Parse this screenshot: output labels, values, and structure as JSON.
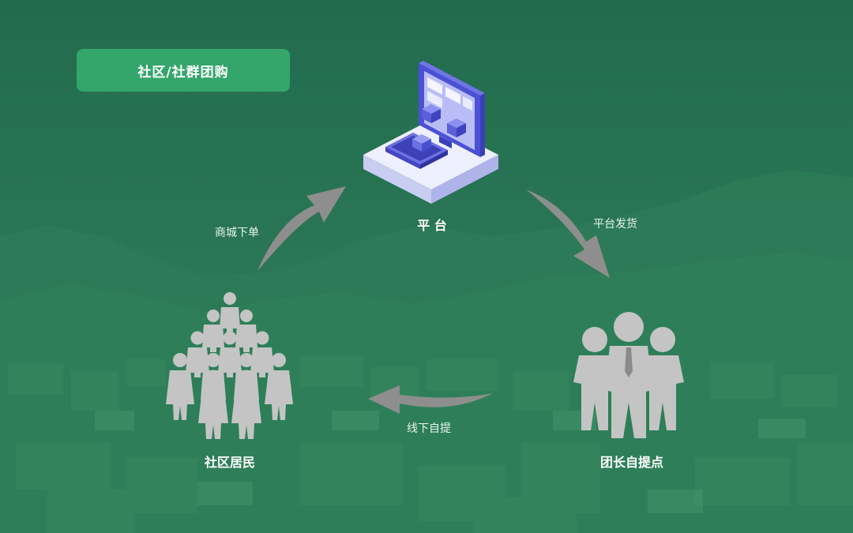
{
  "title": "社区/社群团购",
  "nodes": {
    "platform": {
      "label": "平  台"
    },
    "residents": {
      "label": "社区居民"
    },
    "pickup": {
      "label": "团长自提点"
    }
  },
  "flows": {
    "order": "商城下单",
    "ship": "平台发货",
    "pickup": "线下自提"
  },
  "colors": {
    "background": "#24704f",
    "badge": "#34a66b",
    "arrow": "#8e8e8e",
    "people": "#c4c4c4",
    "platform_accent": "#4b50d6"
  },
  "icons": {
    "platform": "computer-platform-icon",
    "residents": "crowd-icon",
    "pickup": "group-leaders-icon"
  }
}
